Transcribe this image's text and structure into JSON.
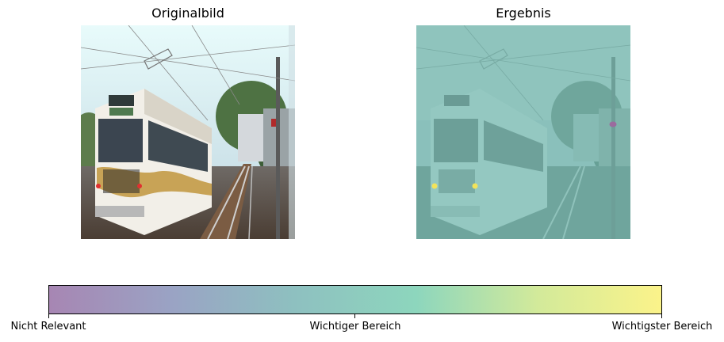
{
  "panels": {
    "left_title": "Originalbild",
    "right_title": "Ergebnis"
  },
  "colorbar": {
    "gradient_stops": [
      "#a786b3",
      "#9aa3c4",
      "#8ec0c0",
      "#8dd6bd",
      "#d3ea9a",
      "#fbf38a"
    ],
    "ticks": [
      {
        "label": "Nicht Relevant",
        "value": 0.0
      },
      {
        "label": "Wichtiger Bereich",
        "value": 0.5
      },
      {
        "label": "Wichtigster Bereich",
        "value": 1.0
      }
    ]
  },
  "overlay": {
    "base_tint": "#7cbab1",
    "highlights": [
      {
        "color": "#f2e35a"
      },
      {
        "color": "#f2e35a"
      },
      {
        "color": "#9b6b9e"
      }
    ]
  }
}
